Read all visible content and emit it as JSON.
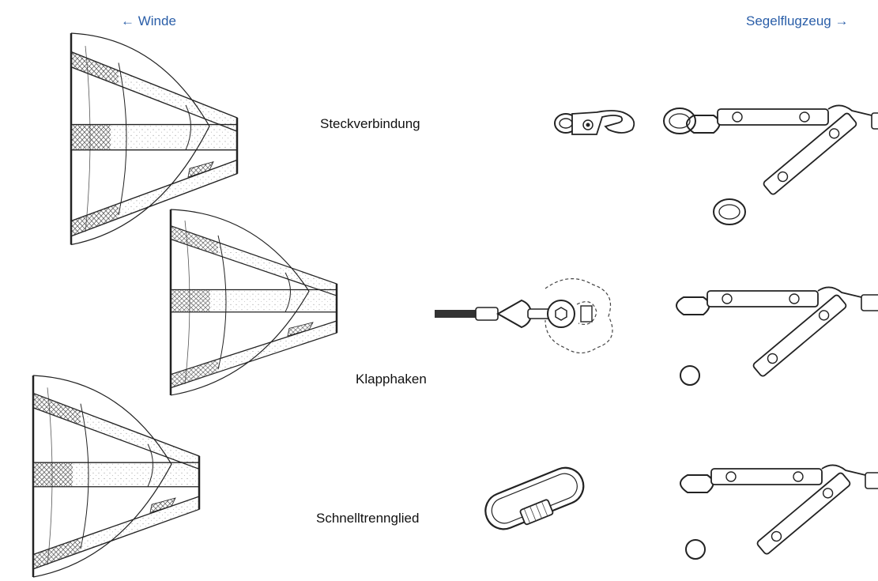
{
  "header": {
    "left_direction": "← Winde",
    "right_direction": "Segelflugzeug →"
  },
  "labels": {
    "plug": "Steckverbindung",
    "hook": "Klapphaken",
    "quick_link": "Schnelltrennglied"
  },
  "colors": {
    "link_text": "#2a5ea8",
    "line": "#222222"
  }
}
